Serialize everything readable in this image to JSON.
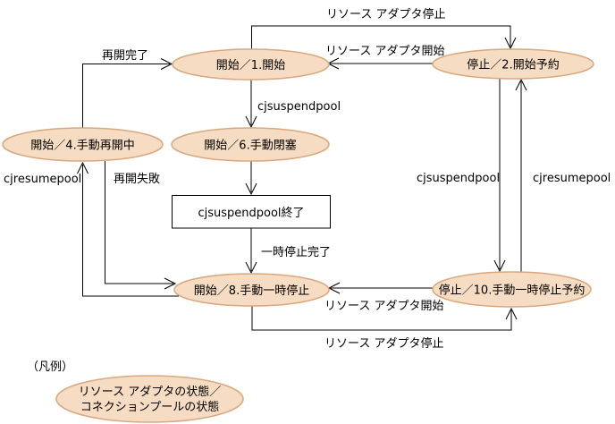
{
  "colors": {
    "node_fill": "#F6DCC2",
    "node_border": "#D8A87E",
    "line": "#000000",
    "text": "#000000",
    "background": "#FFFFFF"
  },
  "nodes": {
    "n1": {
      "label": "開始／1.開始"
    },
    "n2": {
      "label": "停止／2.開始予約"
    },
    "n4": {
      "label": "開始／4.手動再開中"
    },
    "n6": {
      "label": "開始／6.手動閉塞"
    },
    "n8": {
      "label": "開始／8.手動一時停止"
    },
    "n10": {
      "label": "停止／10.手動一時停止予約"
    },
    "box": {
      "label": "cjsuspendpool終了"
    }
  },
  "edges": {
    "ra_stop_top": {
      "label": "リソース アダプタ停止",
      "from": "開始／1.開始",
      "to": "停止／2.開始予約"
    },
    "ra_start_top": {
      "label": "リソース アダプタ開始",
      "from": "停止／2.開始予約",
      "to": "開始／1.開始"
    },
    "resume_complete": {
      "label": "再開完了",
      "from": "開始／4.手動再開中",
      "to": "開始／1.開始"
    },
    "cjsuspendpool_mid": {
      "label": "cjsuspendpool",
      "from": "開始／1.開始",
      "to": "開始／6.手動閉塞"
    },
    "close_to_box": {
      "label": "",
      "from": "開始／6.手動閉塞",
      "to": "cjsuspendpool終了"
    },
    "pause_complete": {
      "label": "一時停止完了",
      "from": "cjsuspendpool終了",
      "to": "開始／8.手動一時停止"
    },
    "cjresumepool_left": {
      "label": "cjresumepool",
      "from": "開始／8.手動一時停止",
      "to": "開始／4.手動再開中"
    },
    "resume_fail": {
      "label": "再開失敗",
      "from": "開始／4.手動再開中",
      "to": "開始／8.手動一時停止"
    },
    "cjsuspendpool_right": {
      "label": "cjsuspendpool",
      "from": "停止／2.開始予約",
      "to": "停止／10.手動一時停止予約"
    },
    "cjresumepool_right": {
      "label": "cjresumepool",
      "from": "停止／10.手動一時停止予約",
      "to": "停止／2.開始予約"
    },
    "ra_start_bottom": {
      "label": "リソース アダプタ開始",
      "from": "停止／10.手動一時停止予約",
      "to": "開始／8.手動一時停止"
    },
    "ra_stop_bottom": {
      "label": "リソース アダプタ停止",
      "from": "開始／8.手動一時停止",
      "to": "停止／10.手動一時停止予約"
    }
  },
  "legend": {
    "title": "（凡例）",
    "node_label_line1": "リソース アダプタの状態／",
    "node_label_line2": "コネクションプールの状態"
  }
}
